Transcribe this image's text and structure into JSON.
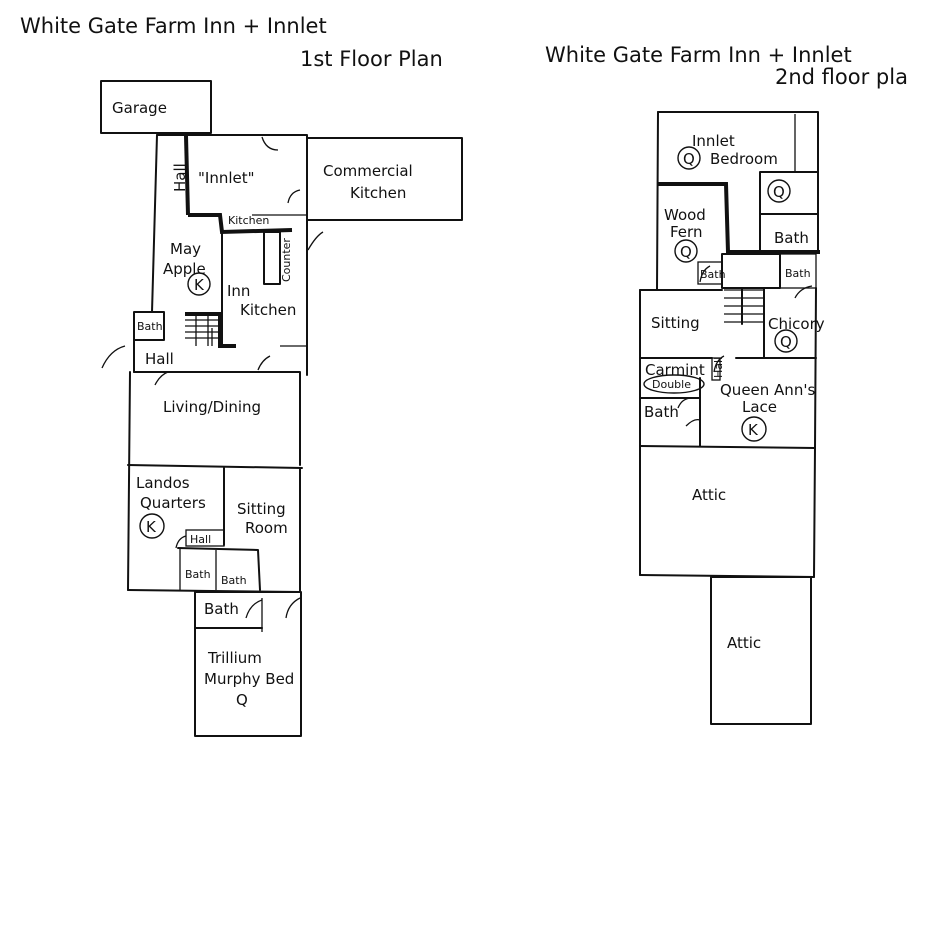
{
  "floor1": {
    "title_line1": "White Gate Farm Inn + Innlet",
    "title_line2": "1st Floor Plan",
    "rooms": {
      "garage": "Garage",
      "hall_vertical": "Hall",
      "innlet": "\"Innlet\"",
      "commercial_kitchen_1": "Commercial",
      "commercial_kitchen_2": "Kitchen",
      "kitchen_small": "Kitchen",
      "may_apple_1": "May",
      "may_apple_2": "Apple",
      "may_apple_bed": "K",
      "counter": "Counter",
      "inn_kitchen_1": "Inn",
      "inn_kitchen_2": "Kitchen",
      "bath_small": "Bath",
      "hall": "Hall",
      "living_dining": "Living/Dining",
      "landos_1": "Landos",
      "landos_2": "Quarters",
      "landos_bed": "K",
      "sitting_room_1": "Sitting",
      "sitting_room_2": "Room",
      "hall_small": "Hall",
      "bath_a": "Bath",
      "bath_b": "Bath",
      "bath_c": "Bath",
      "trillium_1": "Trillium",
      "trillium_2": "Murphy Bed",
      "trillium_3": "Q"
    }
  },
  "floor2": {
    "title_line1": "White Gate Farm Inn + Innlet",
    "title_line2": "2nd floor pla",
    "rooms": {
      "innlet_bedroom_1": "Innlet",
      "innlet_bedroom_2": "Bedroom",
      "innlet_bed": "Q",
      "corner_bed": "Q",
      "bath_right": "Bath",
      "wood_fern_1": "Wood",
      "wood_fern_2": "Fern",
      "wood_fern_bed": "Q",
      "bath_mid_left": "Bath",
      "bath_mid_right": "Bath",
      "sitting": "Sitting",
      "chicory": "Chicory",
      "chicory_bed": "Q",
      "carmint": "Carmint",
      "double": "Double",
      "hall_tiny": "Hall",
      "queen_annes_1": "Queen Ann's",
      "queen_annes_2": "Lace",
      "queen_annes_bed": "K",
      "bath_bottom": "Bath",
      "attic_upper": "Attic",
      "attic_lower": "Attic"
    }
  }
}
